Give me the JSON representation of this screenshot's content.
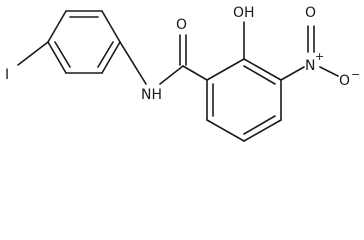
{
  "molecule": {
    "labels": {
      "iodine": "I",
      "amide_nh": "NH",
      "carbonyl_o": "O",
      "hydroxyl": "OH",
      "nitro_n": "N",
      "nitro_plus": "+",
      "nitro_o": "O",
      "nitro_minus": "−"
    }
  }
}
